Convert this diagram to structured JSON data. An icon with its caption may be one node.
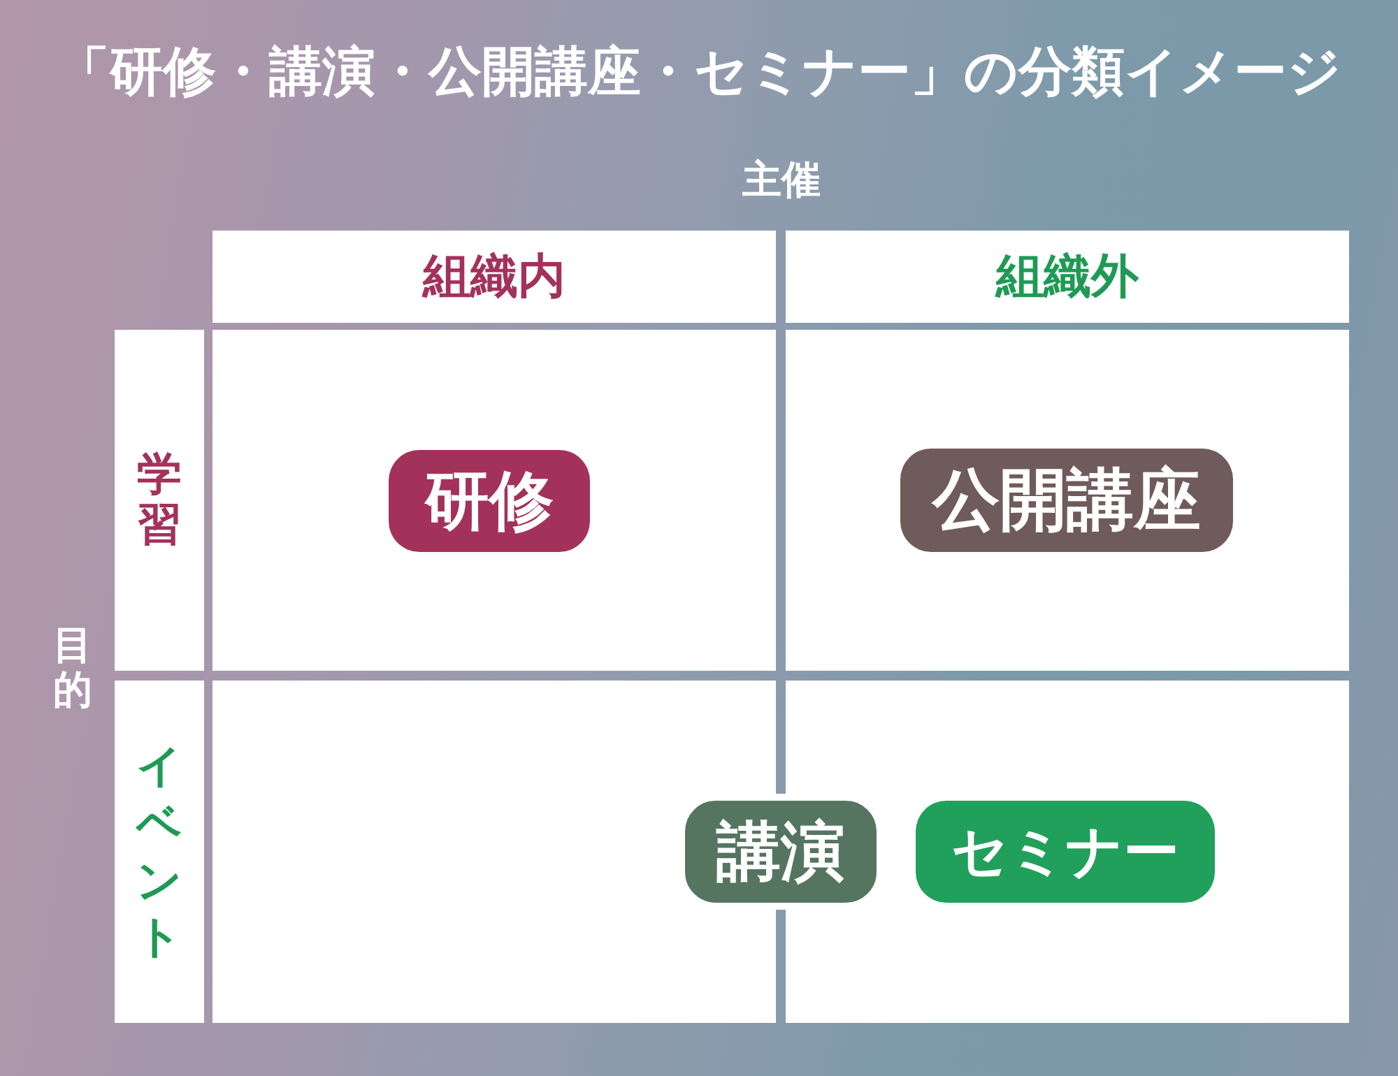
{
  "diagram": {
    "title": "「研修・講演・公開講座・セミナー」の分類イメージ",
    "nodes": [
      {
        "text": [
          "組織内"
        ]
      },
      {
        "text": [
          "組織外"
        ]
      },
      {
        "text": [
          "学習"
        ]
      },
      {
        "text": [],
        "shape": "box"
      },
      {
        "text": [
          "研修"
        ],
        "in": 3
      },
      {
        "text": [],
        "shape": "box"
      },
      {
        "text": [
          "公開講座"
        ],
        "in": 5
      },
      {
        "text": [
          "イベント"
        ]
      },
      {
        "text": [],
        "shape": "box"
      },
      {
        "text": [],
        "shape": "box"
      },
      {
        "text": [
          "講演"
        ]
      },
      {
        "text": [
          "セミナー"
        ],
        "in": 9
      }
    ],
    "edges": [],
    "labels": [
      "主催",
      "目的"
    ]
  }
}
